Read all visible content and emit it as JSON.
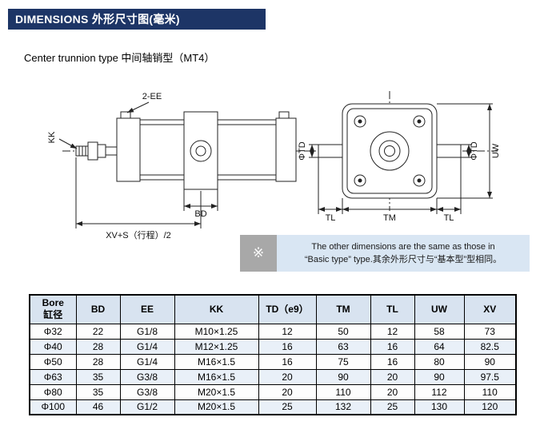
{
  "header": {
    "title": "DIMENSIONS 外形尺寸图(毫米)",
    "subtitle": "Center trunnion type 中间轴销型（MT4）"
  },
  "drawing": {
    "side_view": {
      "port_label": "2-EE",
      "rod_thread_label": "KK",
      "trunnion_width_label": "BD",
      "stroke_label": "XV+S（行程）/2"
    },
    "end_view": {
      "pin_dia_left_label": "ΦTD",
      "pin_dia_right_label": "ΦTD",
      "overall_width_label": "UW",
      "pin_length_left_label": "TL",
      "body_width_label": "TM",
      "pin_length_right_label": "TL"
    }
  },
  "note": {
    "marker": "※",
    "line1": "The other dimensions are the same as those in",
    "line2": "“Basic type” type.其余外形尺寸与“基本型”型相同。"
  },
  "table": {
    "columns": [
      "Bore\n缸径",
      "BD",
      "EE",
      "KK",
      "TD（e9）",
      "TM",
      "TL",
      "UW",
      "XV"
    ],
    "rows": [
      [
        "Φ32",
        "22",
        "G1/8",
        "M10×1.25",
        "12",
        "50",
        "12",
        "58",
        "73"
      ],
      [
        "Φ40",
        "28",
        "G1/4",
        "M12×1.25",
        "16",
        "63",
        "16",
        "64",
        "82.5"
      ],
      [
        "Φ50",
        "28",
        "G1/4",
        "M16×1.5",
        "16",
        "75",
        "16",
        "80",
        "90"
      ],
      [
        "Φ63",
        "35",
        "G3/8",
        "M16×1.5",
        "20",
        "90",
        "20",
        "90",
        "97.5"
      ],
      [
        "Φ80",
        "35",
        "G3/8",
        "M20×1.5",
        "20",
        "110",
        "20",
        "112",
        "110"
      ],
      [
        "Φ100",
        "46",
        "G1/2",
        "M20×1.5",
        "25",
        "132",
        "25",
        "130",
        "120"
      ]
    ]
  },
  "colors": {
    "header_bg": "#1d3566",
    "table_header_bg": "#d8e3f0",
    "row_alt_bg": "#e9f0f8",
    "note_bg": "#d9e6f3",
    "note_square_bg": "#a8a8a8"
  }
}
